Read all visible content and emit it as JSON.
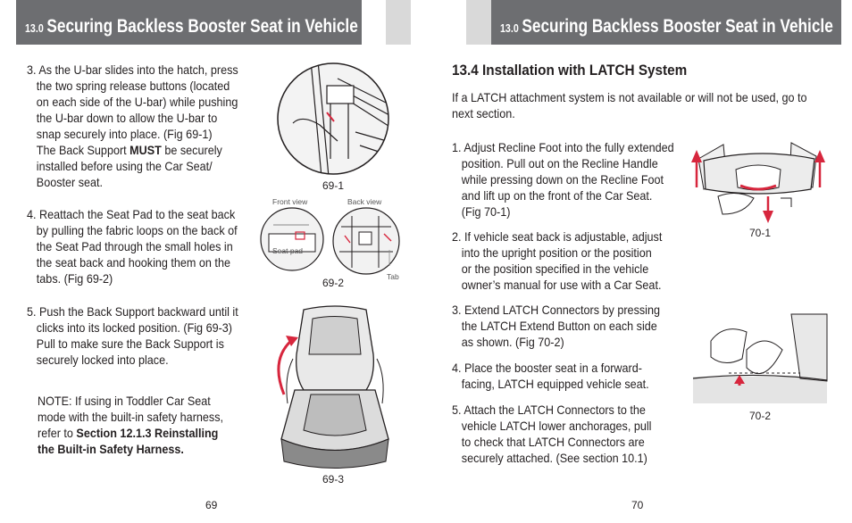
{
  "header": {
    "section_number": "13.0",
    "section_title": "Securing Backless Booster Seat in Vehicle"
  },
  "left_page": {
    "step3": [
      "3. As the U-bar slides into the hatch, press",
      "the two spring release buttons (located",
      "on each side of the U-bar) while pushing",
      "the U-bar down to allow the U-bar to",
      "snap securely into place.  (Fig 69-1)"
    ],
    "step3_must_pre": "The Back Support ",
    "step3_must_bold": "MUST",
    "step3_must_post": " be securely",
    "step3_tail": [
      "installed before using the Car Seat/",
      "Booster seat."
    ],
    "step4": [
      "4. Reattach the Seat Pad to the seat back",
      "by pulling the fabric loops on the back of",
      "the Seat Pad through the small holes in",
      "the seat back and hooking them on the",
      "tabs. (Fig 69-2)"
    ],
    "step5": [
      "5. Push the Back Support backward until it",
      "clicks into its locked position. (Fig 69-3)",
      "Pull to make sure the Back Support is",
      "securely locked into place."
    ],
    "note": [
      "NOTE: If using in Toddler Car Seat",
      "mode with the built-in safety harness,"
    ],
    "note_ref_pre": "refer to ",
    "note_ref_bold1": "Section 12.1.3 Reinstalling",
    "note_ref_bold2": "the Built-in Safety Harness.",
    "fig1": "69-1",
    "fig2": "69-2",
    "fig3": "69-3",
    "front_view": "Front view",
    "back_view": "Back view",
    "seat_pad": "Seat pad",
    "tab": "Tab",
    "page_number": "69"
  },
  "right_page": {
    "subtitle": "13.4 Installation with LATCH System",
    "intro": [
      "If a LATCH attachment system is not available or will not be used, go to",
      "next section."
    ],
    "step1": [
      "1. Adjust Recline Foot into the fully extended",
      "position. Pull out on the Recline Handle",
      "while pressing down on the Recline Foot",
      "and lift up on the front of the Car Seat.",
      "(Fig 70-1)"
    ],
    "step2": [
      "2. If vehicle seat back is adjustable, adjust",
      "into the upright position or the position",
      "or the position specified in the vehicle",
      "owner’s manual for use with a Car Seat."
    ],
    "step3": [
      "3. Extend LATCH Connectors by pressing",
      "the LATCH Extend Button on each side",
      "as shown.  (Fig 70-2)"
    ],
    "step4": [
      "4. Place the booster seat in a forward-",
      "facing, LATCH equipped vehicle seat."
    ],
    "step5": [
      "5. Attach the LATCH Connectors to the",
      "vehicle LATCH lower anchorages, pull",
      "to check that LATCH Connectors are",
      "securely attached. (See section 10.1)"
    ],
    "fig1": "70-1",
    "fig2": "70-2",
    "page_number": "70"
  },
  "colors": {
    "header_bg": "#6d6e71",
    "arrow_red": "#d7263d",
    "text": "#231f20"
  }
}
